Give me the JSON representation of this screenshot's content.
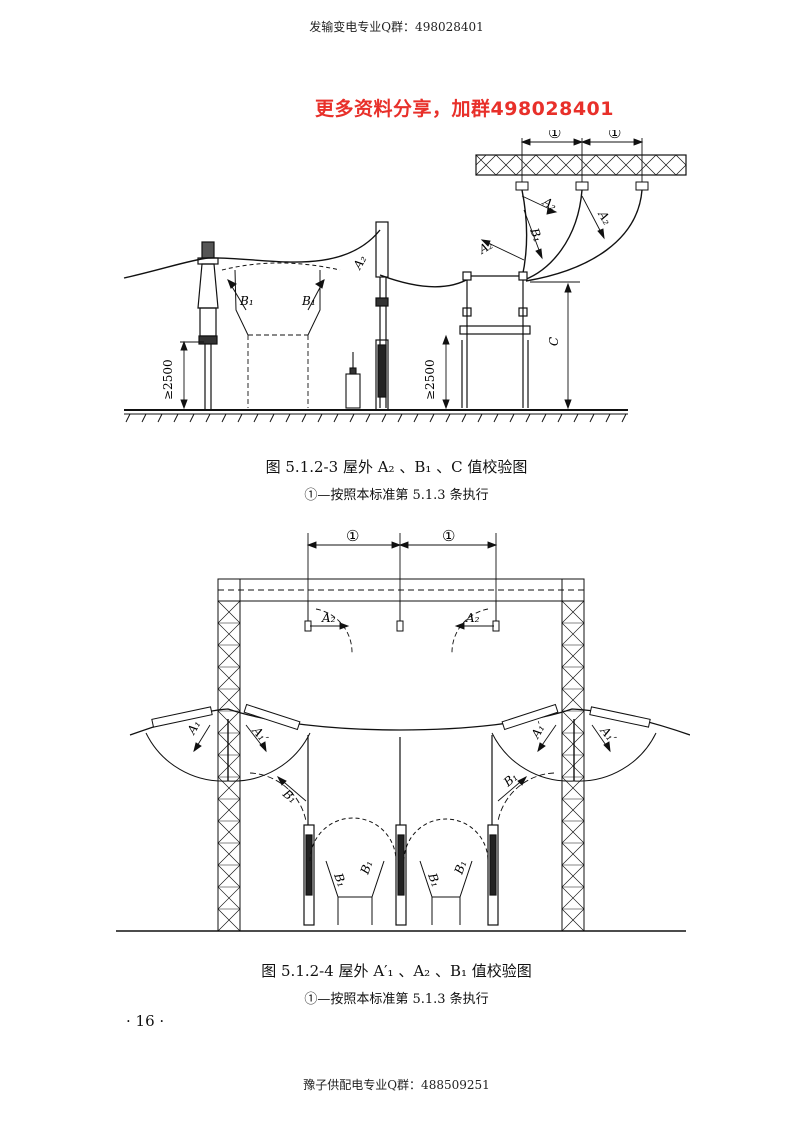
{
  "header": {
    "text": "发输变电专业Q群：498028401"
  },
  "promo": {
    "text": "更多资料分享，加群498028401"
  },
  "figure1": {
    "caption": "图 5.1.2-3   屋外 A₂ 、B₁ 、C 值校验图",
    "note": "①—按照本标准第 5.1.3 条执行",
    "labels": {
      "circled": "①",
      "a2": "A₂",
      "b1": "B₁",
      "c": "C",
      "ge2500": "≥2500"
    }
  },
  "figure2": {
    "caption": "图 5.1.2-4   屋外 A′₁ 、A₂ 、B₁ 值校验图",
    "note": "①—按照本标准第 5.1.3 条执行",
    "labels": {
      "circled": "①",
      "a2": "A₂",
      "a1": "A₁",
      "a1p": "A₁′",
      "b1": "B₁"
    }
  },
  "page": {
    "number": "· 16 ·"
  },
  "footer": {
    "text": "豫子供配电专业Q群：488509251"
  },
  "colors": {
    "promo": "#e8302a",
    "ink": "#111111"
  }
}
